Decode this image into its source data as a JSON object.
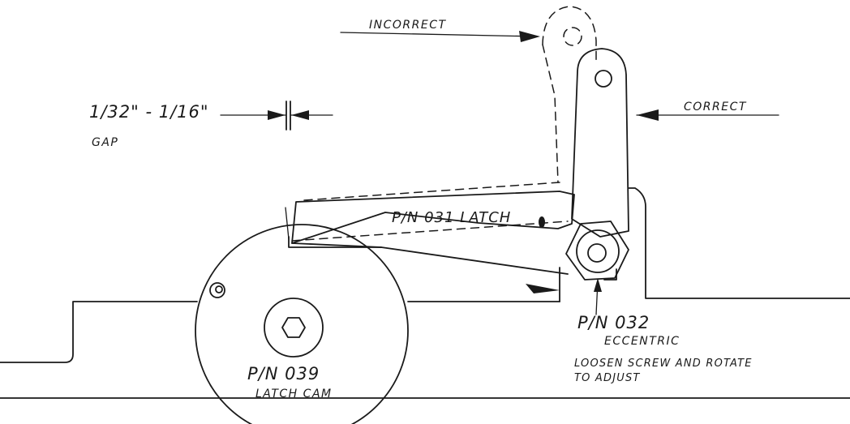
{
  "labels": {
    "incorrect": "INCORRECT",
    "correct": "CORRECT",
    "gap_value": "1/32\" - 1/16\"",
    "gap_word": "GAP",
    "latch": "P/N 031 LATCH",
    "eccentric_pn": "P/N 032",
    "eccentric_name": "ECCENTRIC",
    "instruction_line1": "LOOSEN SCREW AND ROTATE",
    "instruction_line2": "TO ADJUST",
    "cam_pn": "P/N 039",
    "cam_name": "LATCH CAM"
  }
}
